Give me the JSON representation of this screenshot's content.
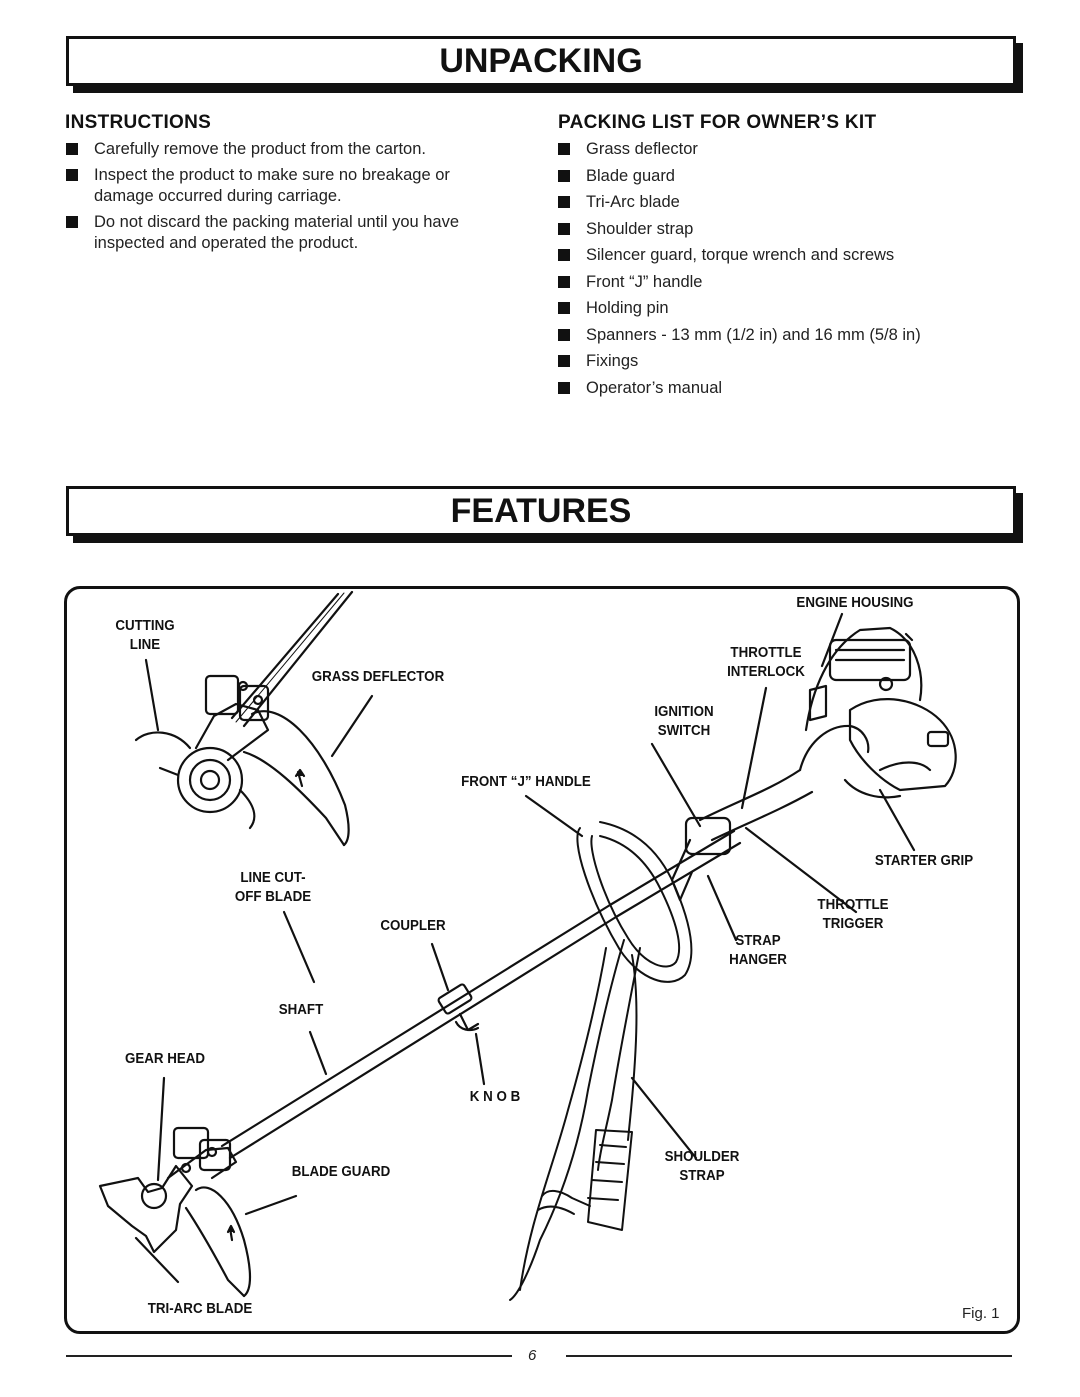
{
  "unpacking": {
    "title": "UNPACKING",
    "instructions": {
      "heading": "INSTRUCTIONS",
      "items": [
        "Carefully remove the product from the carton.",
        "Inspect the product to make sure no breakage or damage occurred during carriage.",
        "Do not discard the packing material until you have inspected and operated the product."
      ]
    },
    "packing_list": {
      "heading": "PACKING  LIST  FOR  OWNER’S  KIT",
      "items": [
        "Grass deflector",
        "Blade  guard",
        "Tri-Arc  blade",
        "Shoulder strap",
        "Silencer guard, torque wrench and screws",
        "Front “J” handle",
        "Holding  pin",
        "Spanners - 13 mm (1/2 in) and 16 mm (5/8 in)",
        "Fixings",
        "Operator’s manual"
      ]
    }
  },
  "features": {
    "title": "FEATURES",
    "labels": {
      "cutting_line": "CUTTING\nLINE",
      "grass_deflector": "GRASS DEFLECTOR",
      "engine_housing": "ENGINE HOUSING",
      "throttle_interlock": "THROTTLE\nINTERLOCK",
      "ignition_switch": "IGNITION\nSWITCH",
      "front_j_handle": "FRONT “J” HANDLE",
      "starter_grip": "STARTER GRIP",
      "line_cutoff_blade": "LINE CUT-\nOFF BLADE",
      "throttle_trigger": "THROTTLE\nTRIGGER",
      "coupler": "COUPLER",
      "strap_hanger": "STRAP\nHANGER",
      "shaft": "SHAFT",
      "gear_head": "GEAR HEAD",
      "knob": "K N O B",
      "shoulder_strap": "SHOULDER\nSTRAP",
      "blade_guard": "BLADE GUARD",
      "tri_arc_blade": "TRI-ARC  BLADE"
    },
    "fig_caption": "Fig. 1"
  },
  "page_number": "6"
}
